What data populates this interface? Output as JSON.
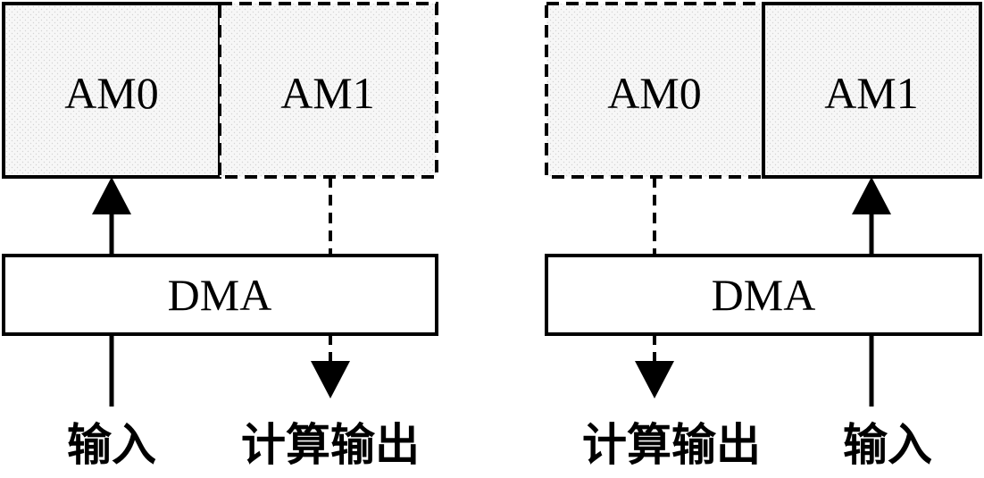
{
  "left_panel": {
    "am0_label": "AM0",
    "am1_label": "AM1",
    "dma_label": "DMA",
    "input_label": "输入",
    "compute_output_label": "计算输出"
  },
  "right_panel": {
    "am0_label": "AM0",
    "am1_label": "AM1",
    "dma_label": "DMA",
    "input_label": "输入",
    "compute_output_label": "计算输出"
  },
  "colors": {
    "line": "#000000",
    "box_fill": "#ffffff",
    "am_fill": "#f4f4f4"
  }
}
